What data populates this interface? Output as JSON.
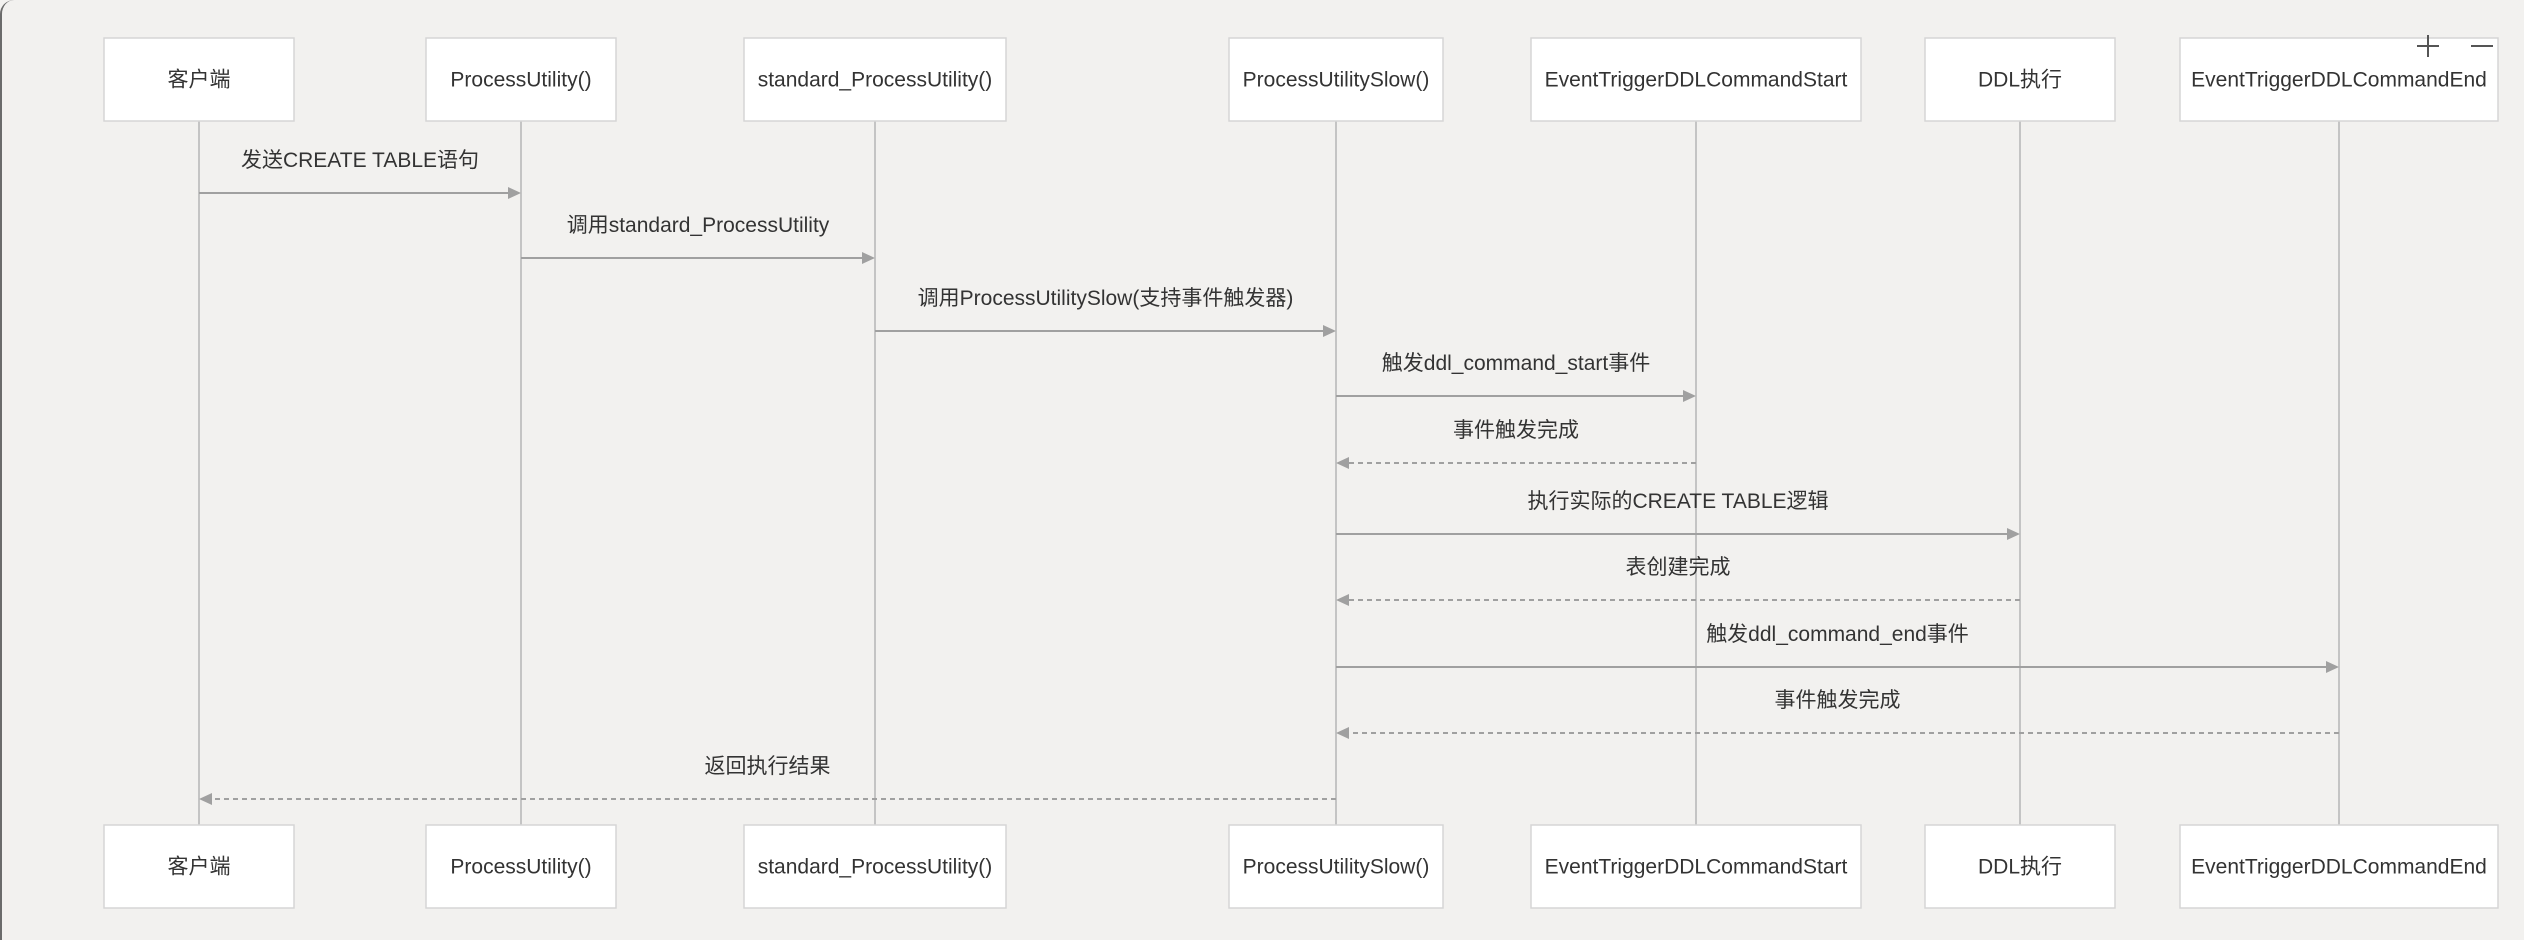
{
  "diagram": {
    "type": "sequence",
    "participants": [
      {
        "id": "client",
        "label": "客户端"
      },
      {
        "id": "pu",
        "label": "ProcessUtility()"
      },
      {
        "id": "spu",
        "label": "standard_ProcessUtility()"
      },
      {
        "id": "pus",
        "label": "ProcessUtilitySlow()"
      },
      {
        "id": "etstart",
        "label": "EventTriggerDDLCommandStart"
      },
      {
        "id": "ddl",
        "label": "DDL执行"
      },
      {
        "id": "etend",
        "label": "EventTriggerDDLCommandEnd"
      }
    ],
    "messages": [
      {
        "from": "client",
        "to": "pu",
        "label": "发送CREATE TABLE语句",
        "style": "solid"
      },
      {
        "from": "pu",
        "to": "spu",
        "label": "调用standard_ProcessUtility",
        "style": "solid"
      },
      {
        "from": "spu",
        "to": "pus",
        "label": "调用ProcessUtilitySlow(支持事件触发器)",
        "style": "solid"
      },
      {
        "from": "pus",
        "to": "etstart",
        "label": "触发ddl_command_start事件",
        "style": "solid"
      },
      {
        "from": "etstart",
        "to": "pus",
        "label": "事件触发完成",
        "style": "dashed"
      },
      {
        "from": "pus",
        "to": "ddl",
        "label": "执行实际的CREATE TABLE逻辑",
        "style": "solid"
      },
      {
        "from": "ddl",
        "to": "pus",
        "label": "表创建完成",
        "style": "dashed"
      },
      {
        "from": "pus",
        "to": "etend",
        "label": "触发ddl_command_end事件",
        "style": "solid"
      },
      {
        "from": "etend",
        "to": "pus",
        "label": "事件触发完成",
        "style": "dashed"
      },
      {
        "from": "pus",
        "to": "client",
        "label": "返回执行结果",
        "style": "dashed"
      }
    ]
  },
  "controls": {
    "zoom_in_icon": "plus-icon",
    "zoom_out_icon": "minus-icon"
  }
}
